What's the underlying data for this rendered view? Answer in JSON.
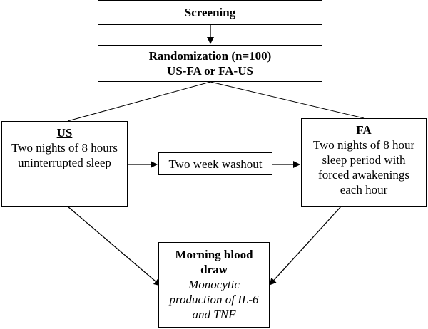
{
  "screening": {
    "title": "Screening"
  },
  "randomization": {
    "title": "Randomization (n=100)",
    "subtitle": "US-FA or FA-US"
  },
  "us": {
    "heading": "US",
    "lines": [
      "Two nights of 8 hours",
      "uninterrupted sleep"
    ]
  },
  "washout": {
    "label": "Two week washout"
  },
  "fa": {
    "heading": "FA",
    "lines": [
      "Two nights of 8 hour",
      "sleep period with",
      "forced awakenings",
      "each hour"
    ]
  },
  "blood": {
    "title_lines": [
      "Morning blood",
      "draw"
    ],
    "outcome_lines": [
      "Monocytic",
      "production of IL-6",
      "and TNF"
    ]
  },
  "colors": {
    "line": "#000000",
    "box_border": "#000000",
    "background": "#ffffff"
  }
}
